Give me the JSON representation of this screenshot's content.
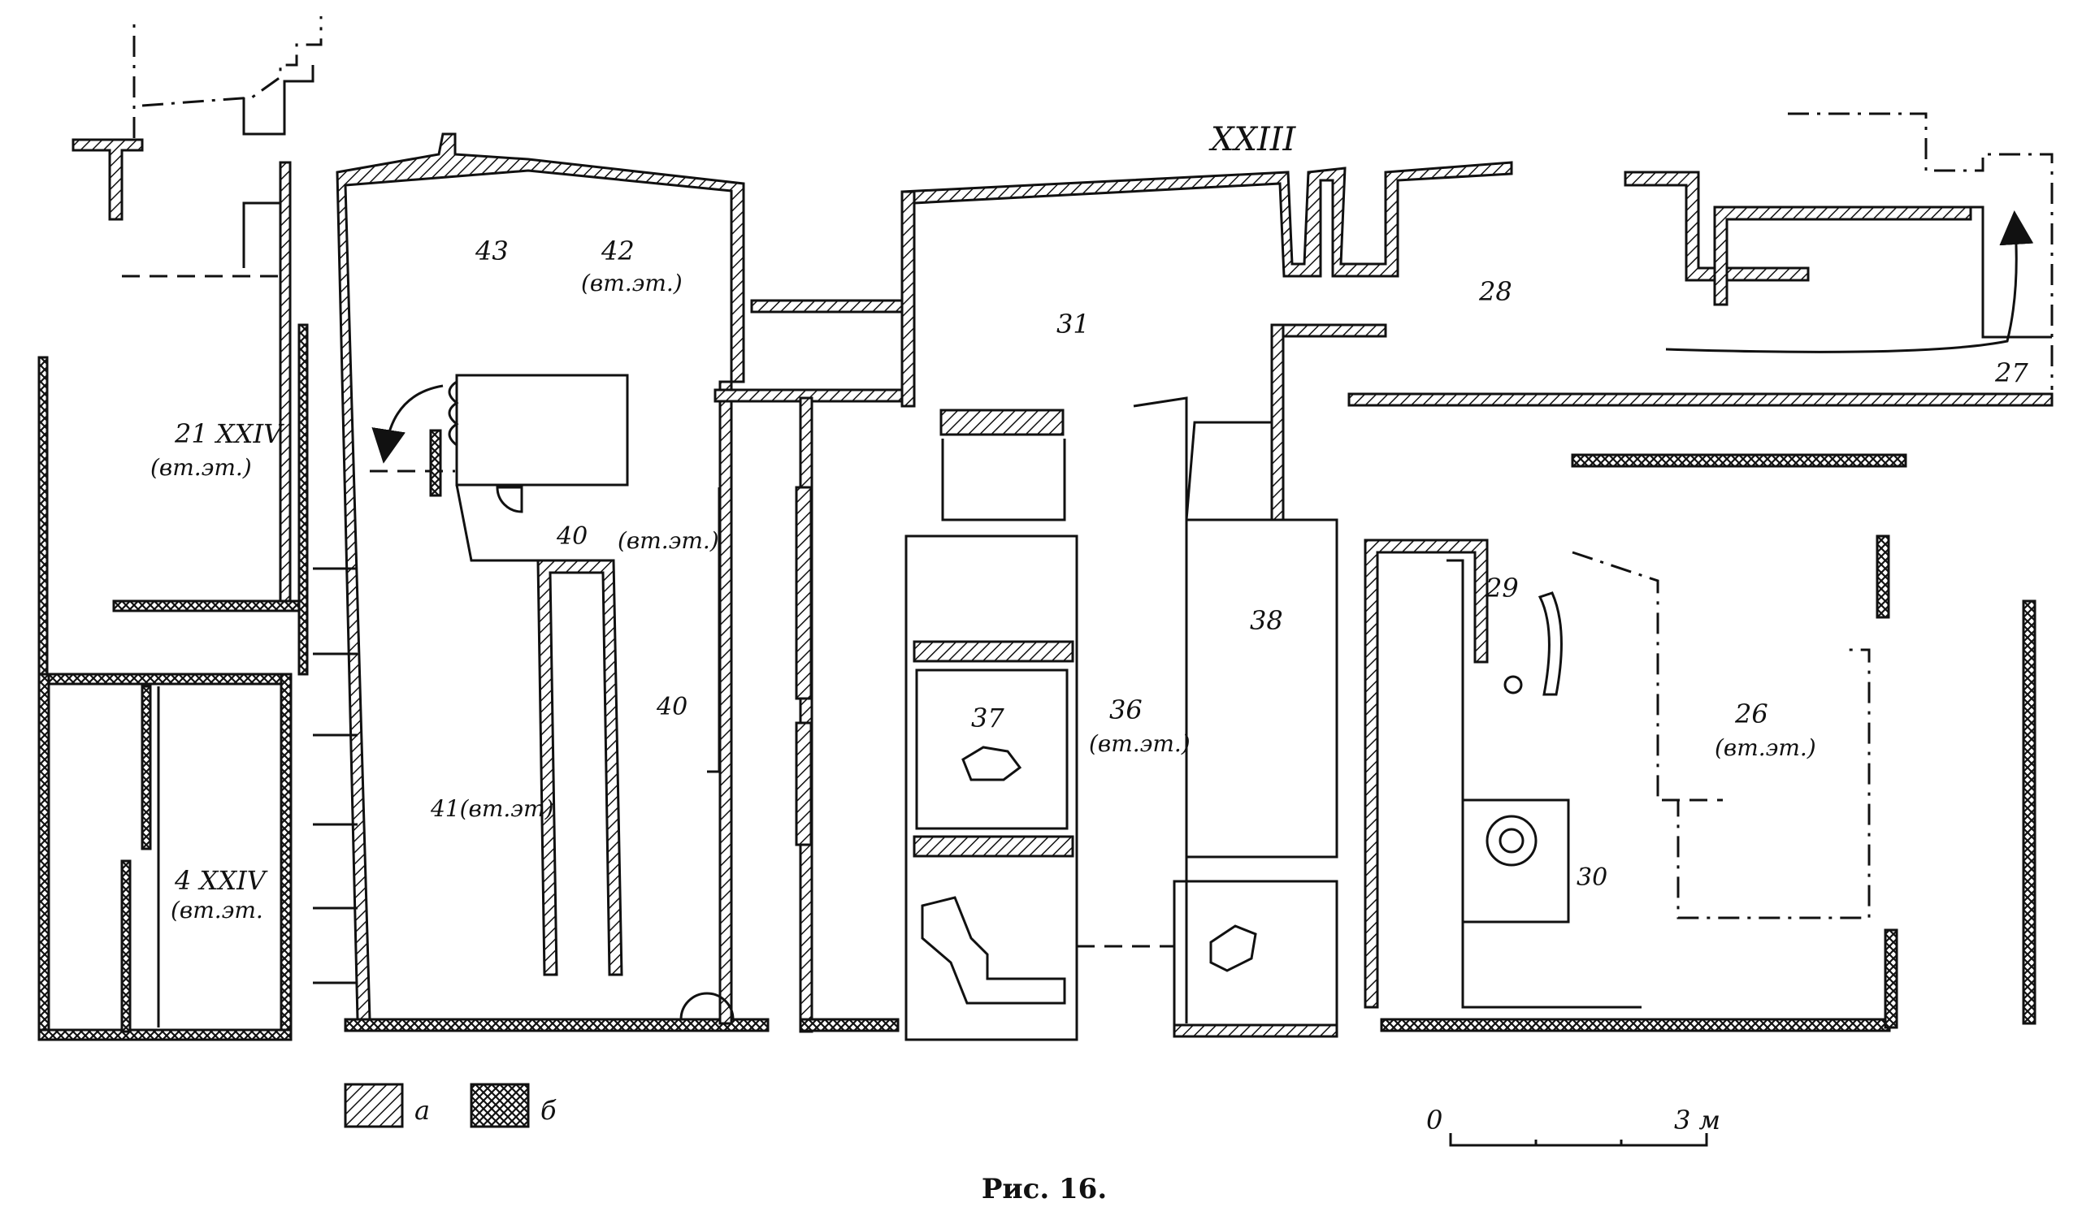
{
  "plan": {
    "section_marks": [
      "XXIII",
      "21 XXIV",
      "4 XXIV"
    ],
    "rooms": [
      {
        "number": "43",
        "note": ""
      },
      {
        "number": "42",
        "note": "(вт.эт.)"
      },
      {
        "number": "21 XXIV",
        "note": "(вт.эт.)"
      },
      {
        "number": "40",
        "note": ""
      },
      {
        "number": "",
        "note": "(вт.эт.)"
      },
      {
        "number": "40",
        "note": ""
      },
      {
        "number": "41(вт.эт)",
        "note": ""
      },
      {
        "number": "4 XXIV",
        "note": "(вт.эт."
      },
      {
        "number": "31",
        "note": ""
      },
      {
        "number": "37",
        "note": ""
      },
      {
        "number": "36",
        "note": "(вт.эт.)"
      },
      {
        "number": "38",
        "note": ""
      },
      {
        "number": "28",
        "note": ""
      },
      {
        "number": "27",
        "note": ""
      },
      {
        "number": "29",
        "note": ""
      },
      {
        "number": "26",
        "note": "(вт.эт.)"
      },
      {
        "number": "30",
        "note": ""
      }
    ]
  },
  "legend": {
    "items": [
      {
        "key": "а",
        "pattern": "diagonal-hatch"
      },
      {
        "key": "б",
        "pattern": "cross-hatch"
      }
    ]
  },
  "scale_bar": {
    "start": "0",
    "end": "3 м"
  },
  "caption": "Рис. 16."
}
